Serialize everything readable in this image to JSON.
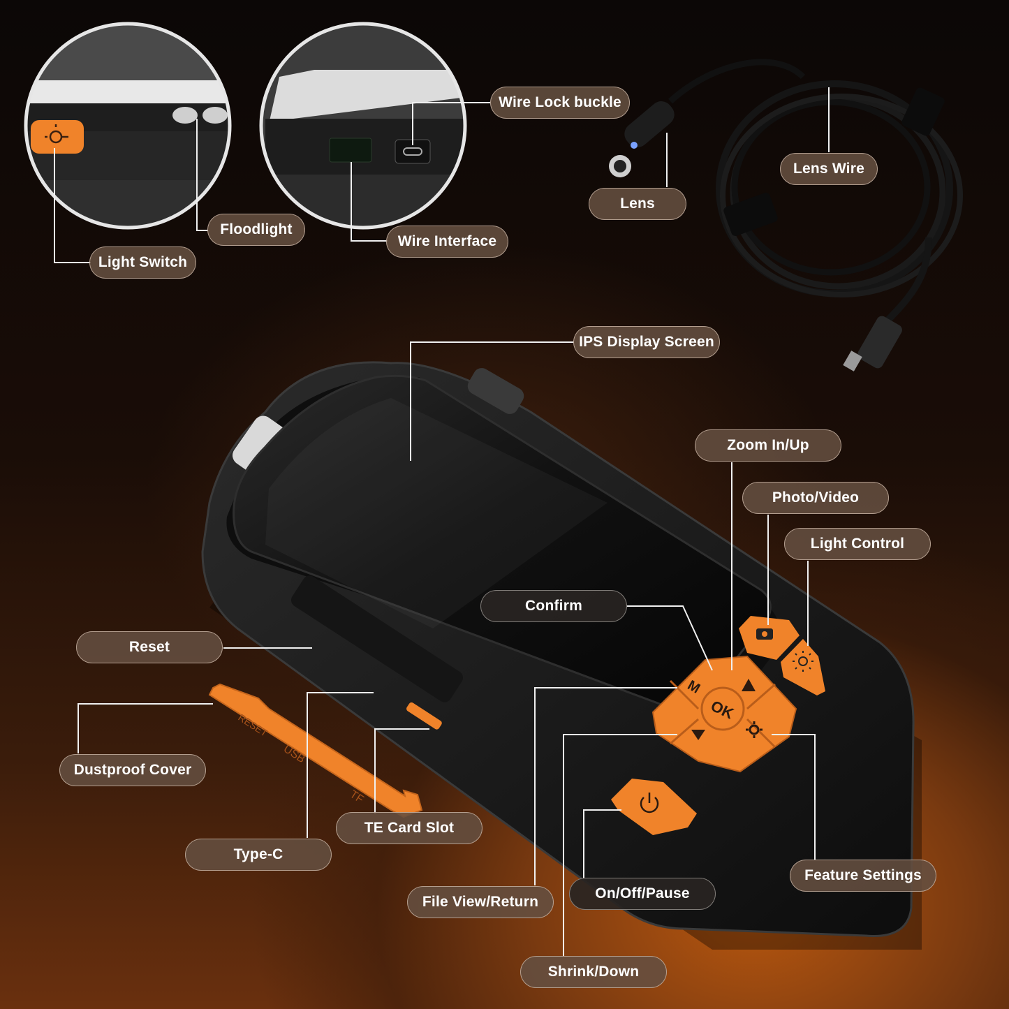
{
  "labels": {
    "wire_lock_buckle": "Wire Lock buckle",
    "lens_wire": "Lens Wire",
    "lens": "Lens",
    "floodlight": "Floodlight",
    "wire_interface": "Wire Interface",
    "light_switch": "Light Switch",
    "ips_display_screen": "IPS Display Screen",
    "zoom_in_up": "Zoom In/Up",
    "photo_video": "Photo/Video",
    "light_control": "Light Control",
    "confirm": "Confirm",
    "reset": "Reset",
    "dustproof_cover": "Dustproof Cover",
    "te_card_slot": "TE Card Slot",
    "type_c": "Type-C",
    "file_view_return": "File View/Return",
    "on_off_pause": "On/Off/Pause",
    "feature_settings": "Feature Settings",
    "shrink_down": "Shrink/Down"
  },
  "device": {
    "ok_key": "OK",
    "m_key": "M",
    "cover_reset": "RESET",
    "cover_usb": "USB",
    "cover_tf": "TF"
  },
  "colors": {
    "accent_orange": "#f0832a",
    "device_body": "#1b1b1b",
    "pill_fill": "#644e40"
  }
}
